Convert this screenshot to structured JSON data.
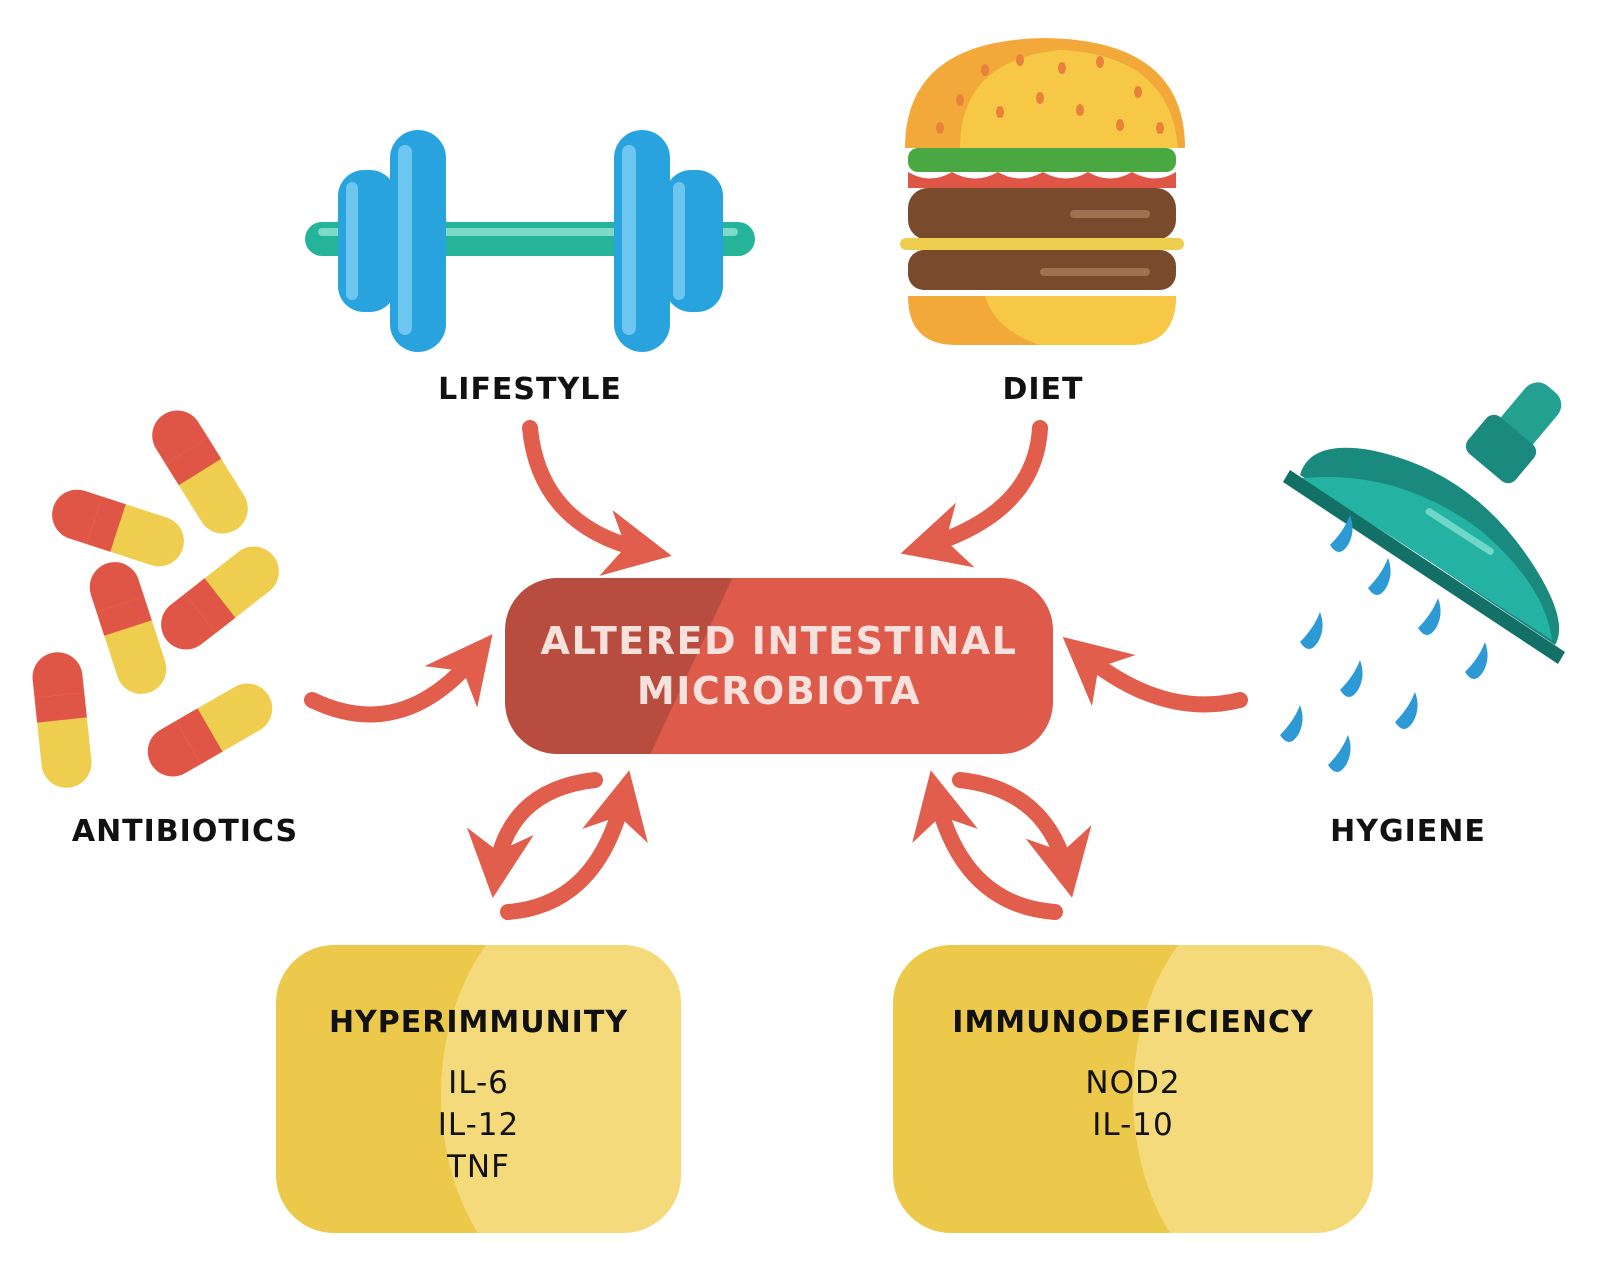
{
  "center": {
    "line1": "ALTERED INTESTINAL",
    "line2": "MICROBIOTA"
  },
  "factors": {
    "lifestyle": "LIFESTYLE",
    "diet": "DIET",
    "antibiotics": "ANTIBIOTICS",
    "hygiene": "HYGIENE"
  },
  "outcomes": {
    "hyperimmunity": {
      "title": "HYPERIMMUNITY",
      "items": [
        "IL-6",
        "IL-12",
        "TNF"
      ]
    },
    "immunodeficiency": {
      "title": "IMMUNODEFICIENCY",
      "items": [
        "NOD2",
        "IL-10"
      ]
    }
  },
  "colors": {
    "arrow": "#e15d4c",
    "center_box": "#de5a4a",
    "center_box_dark": "#b84c3e",
    "outcome_box": "#ecc84b",
    "dumbbell": "#29a3dd",
    "bar": "#25b39a",
    "shower": "#1a8a7e",
    "drops": "#2d9ad6",
    "pill_red": "#e05646",
    "pill_yellow": "#efcd4e"
  },
  "icons": {
    "lifestyle": "dumbbell-icon",
    "diet": "burger-icon",
    "antibiotics": "pills-icon",
    "hygiene": "shower-icon"
  }
}
